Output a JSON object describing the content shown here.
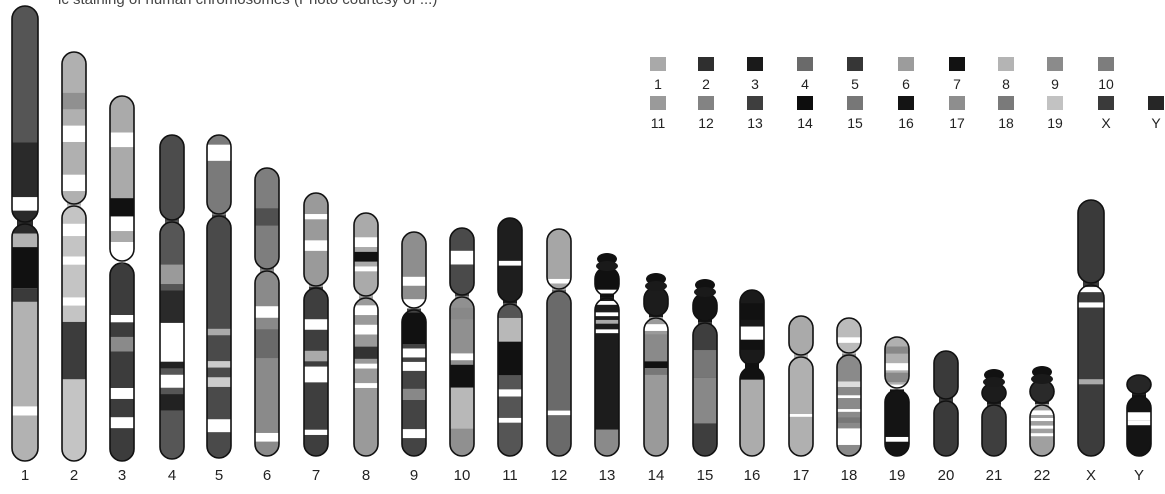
{
  "header": {
    "text": "ic staining of human chromosomes (Photo courtesy of ...)"
  },
  "legend": {
    "items": [
      {
        "label": "1",
        "color": "#a9a9a9"
      },
      {
        "label": "2",
        "color": "#2f2f2f"
      },
      {
        "label": "3",
        "color": "#1a1a1a"
      },
      {
        "label": "4",
        "color": "#6a6a6a"
      },
      {
        "label": "5",
        "color": "#363636"
      },
      {
        "label": "6",
        "color": "#9c9c9c"
      },
      {
        "label": "7",
        "color": "#121212"
      },
      {
        "label": "8",
        "color": "#b4b4b4"
      },
      {
        "label": "9",
        "color": "#8b8b8b"
      },
      {
        "label": "10",
        "color": "#7d7d7d"
      },
      {
        "label": "11",
        "color": "#9a9a9a"
      },
      {
        "label": "12",
        "color": "#838383"
      },
      {
        "label": "13",
        "color": "#3e3e3e"
      },
      {
        "label": "14",
        "color": "#0d0d0d"
      },
      {
        "label": "15",
        "color": "#777777"
      },
      {
        "label": "16",
        "color": "#141414"
      },
      {
        "label": "17",
        "color": "#8e8e8e"
      },
      {
        "label": "18",
        "color": "#7a7a7a"
      },
      {
        "label": "19",
        "color": "#c2c2c2"
      },
      {
        "label": "X",
        "color": "#3a3a3a"
      },
      {
        "label": "Y",
        "color": "#262626"
      }
    ]
  },
  "chromosomes": [
    {
      "label": "1"
    },
    {
      "label": "2"
    },
    {
      "label": "3"
    },
    {
      "label": "4"
    },
    {
      "label": "5"
    },
    {
      "label": "6"
    },
    {
      "label": "7"
    },
    {
      "label": "8"
    },
    {
      "label": "9"
    },
    {
      "label": "10"
    },
    {
      "label": "11"
    },
    {
      "label": "12"
    },
    {
      "label": "13"
    },
    {
      "label": "14"
    },
    {
      "label": "15"
    },
    {
      "label": "16"
    },
    {
      "label": "17"
    },
    {
      "label": "18"
    },
    {
      "label": "19"
    },
    {
      "label": "20"
    },
    {
      "label": "21"
    },
    {
      "label": "22"
    },
    {
      "label": "X"
    },
    {
      "label": "Y"
    }
  ]
}
